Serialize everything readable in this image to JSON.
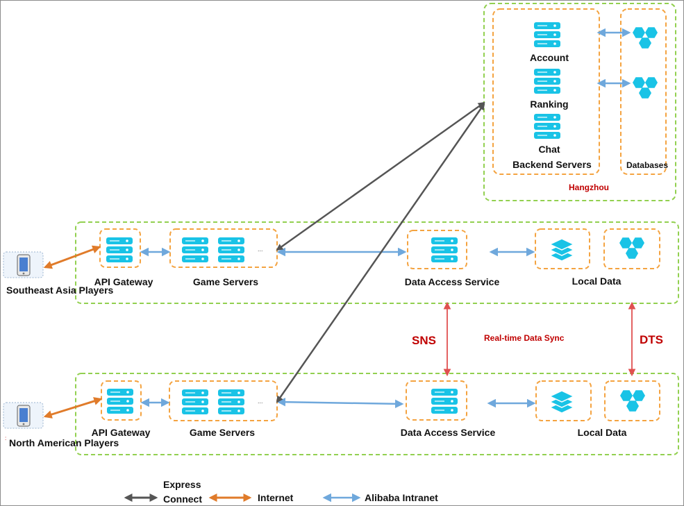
{
  "hangzhou": {
    "region": "Hangzhou",
    "services": [
      "Account",
      "Ranking",
      "Chat"
    ],
    "backend_label": "Backend Servers",
    "databases_label": "Databases"
  },
  "southeast": {
    "players": "Southeast Asia Players",
    "api_gateway": "API Gateway",
    "game_servers": "Game Servers",
    "data_access": "Data Access Service",
    "local_data": "Local Data"
  },
  "north": {
    "players": "North American Players",
    "api_gateway": "API Gateway",
    "game_servers": "Game Servers",
    "data_access": "Data Access Service",
    "local_data": "Local Data"
  },
  "sync": {
    "sns": "SNS",
    "realtime": "Real-time  Data Sync",
    "dts": "DTS"
  },
  "legend": {
    "express": [
      "Express",
      "Connect"
    ],
    "internet": "Internet",
    "intranet": "Alibaba Intranet"
  },
  "ellipsis": "...",
  "colors": {
    "region_border": "#92d050",
    "group_border": "#f4a340",
    "icon": "#19c3e6",
    "express": "#555555",
    "internet": "#e07b2a",
    "intranet": "#6fa8dc",
    "sync": "#e05050",
    "label_red": "#c00000"
  }
}
